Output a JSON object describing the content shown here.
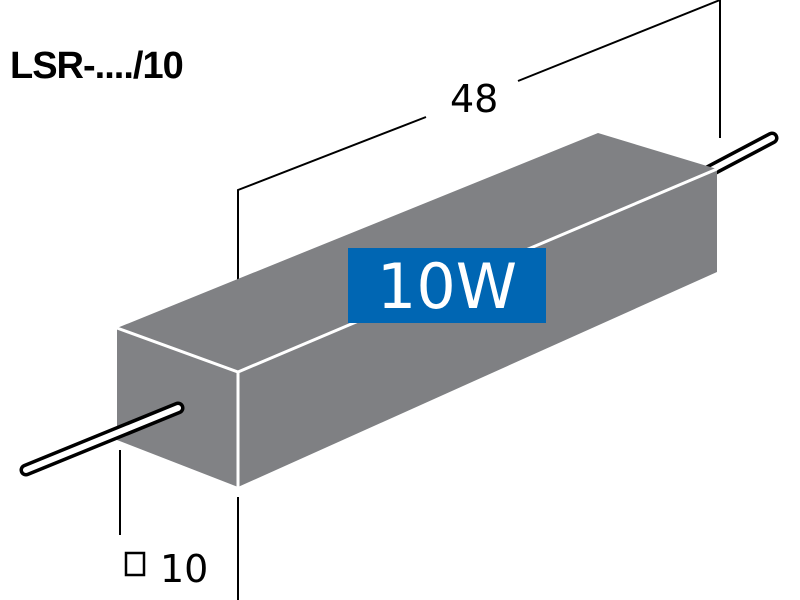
{
  "title": "LSR-..../10",
  "dimensions": {
    "length": "48",
    "square_symbol": "□",
    "cross_section": "10"
  },
  "label": {
    "text": "10W",
    "background": "#0066b3"
  },
  "colors": {
    "body": "#808184",
    "edges": "#ffffff"
  }
}
